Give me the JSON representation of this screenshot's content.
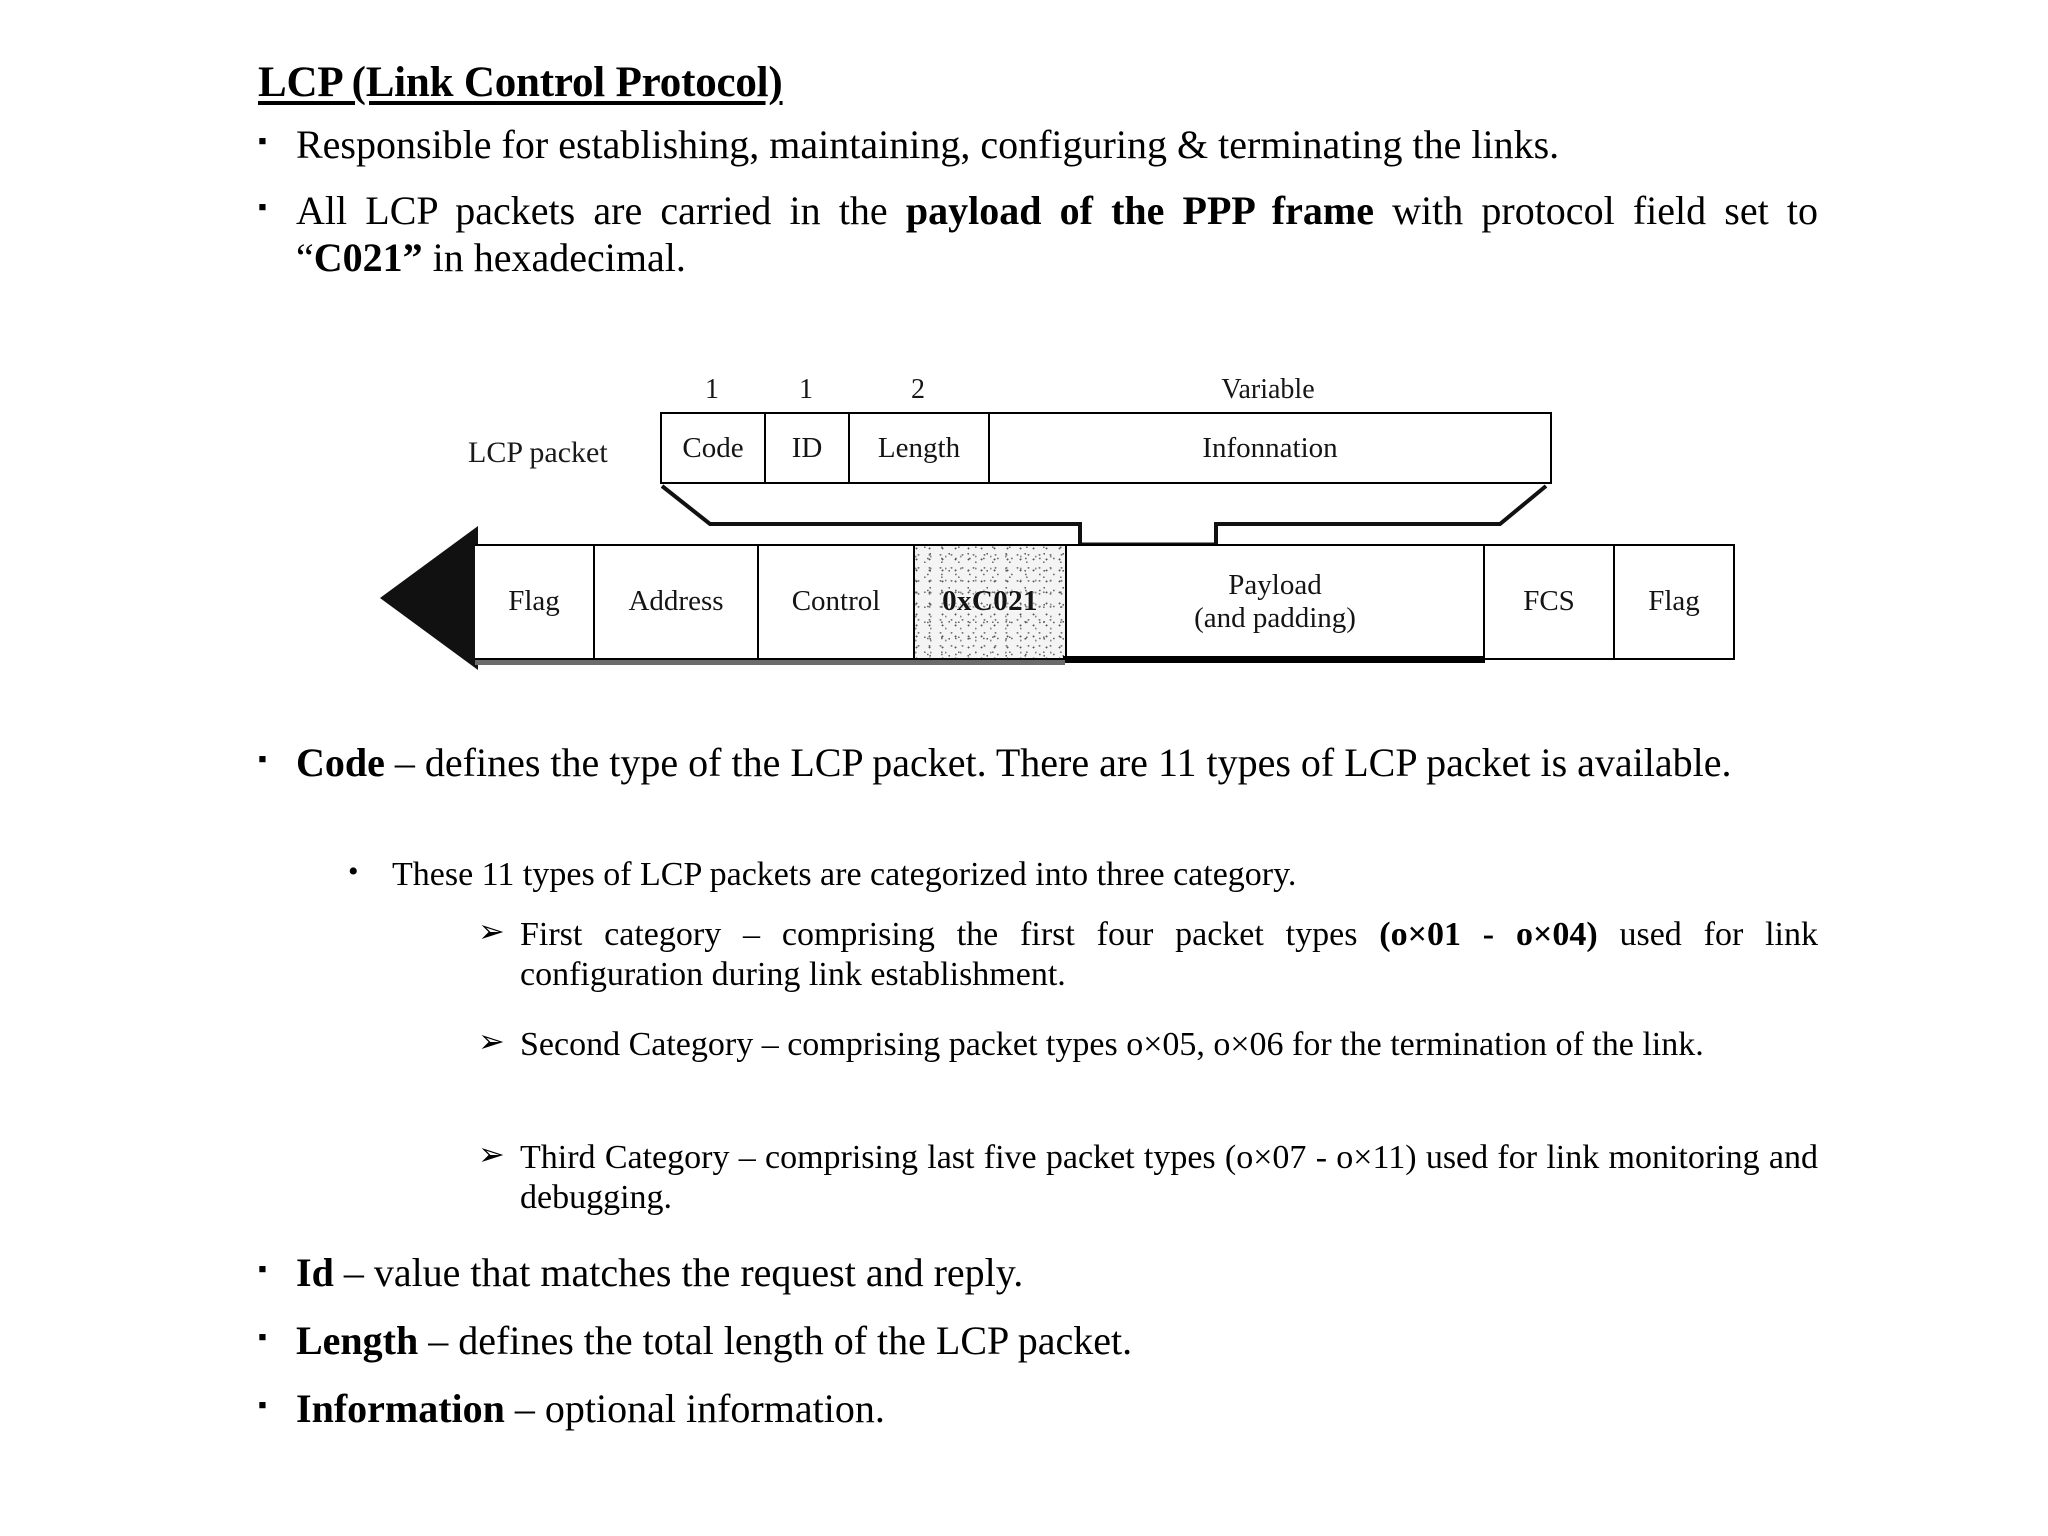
{
  "document": {
    "title": "LCP (Link Control Protocol)",
    "bullets_top": [
      {
        "marker": "▪",
        "parts": [
          {
            "text": "Responsible for establishing, maintaining, configuring & terminating the links.",
            "bold": false
          }
        ]
      },
      {
        "marker": "▪",
        "parts": [
          {
            "text": "All LCP packets are carried in the ",
            "bold": false
          },
          {
            "text": "payload of the PPP frame",
            "bold": true
          },
          {
            "text": " with protocol field set to “",
            "bold": false
          },
          {
            "text": "C021”",
            "bold": true
          },
          {
            "text": " in hexadecimal.",
            "bold": false
          }
        ]
      }
    ],
    "bullets_bottom": [
      {
        "marker": "▪",
        "parts": [
          {
            "text": "Code",
            "bold": true
          },
          {
            "text": " – defines the type of the LCP packet. There are 11 types of LCP packet is available.",
            "bold": false
          }
        ]
      },
      {
        "marker": "▪",
        "parts": [
          {
            "text": "Id",
            "bold": true
          },
          {
            "text": " – value that matches the request and reply.",
            "bold": false
          }
        ]
      },
      {
        "marker": "▪",
        "parts": [
          {
            "text": "Length",
            "bold": true
          },
          {
            "text": " – defines the total length of the LCP packet.",
            "bold": false
          }
        ]
      },
      {
        "marker": "▪",
        "parts": [
          {
            "text": "Information",
            "bold": true
          },
          {
            "text": " – optional information.",
            "bold": false
          }
        ]
      }
    ],
    "sub_bullet": {
      "marker": "•",
      "text": "These 11 types of LCP packets are categorized into three category."
    },
    "categories": [
      {
        "marker": "➢",
        "parts": [
          {
            "text": "First category – comprising the first four packet types ",
            "bold": false
          },
          {
            "text": "(o×01 - o×04)",
            "bold": true
          },
          {
            "text": " used for link configuration during link establishment.",
            "bold": false
          }
        ]
      },
      {
        "marker": "➢",
        "parts": [
          {
            "text": "Second Category – comprising packet types o×05, o×06 for the termination of the link.",
            "bold": false
          }
        ]
      },
      {
        "marker": "➢",
        "parts": [
          {
            "text": "Third Category – comprising last five packet types (o×07 - o×11) used for link monitoring and debugging.",
            "bold": false
          }
        ]
      }
    ]
  },
  "diagram": {
    "row_label": "LCP packet",
    "lcp_packet": {
      "sizes": [
        "1",
        "1",
        "2",
        "Variable"
      ],
      "fields": [
        "Code",
        "ID",
        "Length",
        "Infonnation"
      ]
    },
    "ppp_frame": {
      "fields": [
        {
          "name": "Flag"
        },
        {
          "name": "Address"
        },
        {
          "name": "Control"
        },
        {
          "name": "0xC021"
        },
        {
          "name": "Payload",
          "sub": "(and padding)"
        },
        {
          "name": "FCS"
        },
        {
          "name": "Flag"
        }
      ]
    }
  }
}
